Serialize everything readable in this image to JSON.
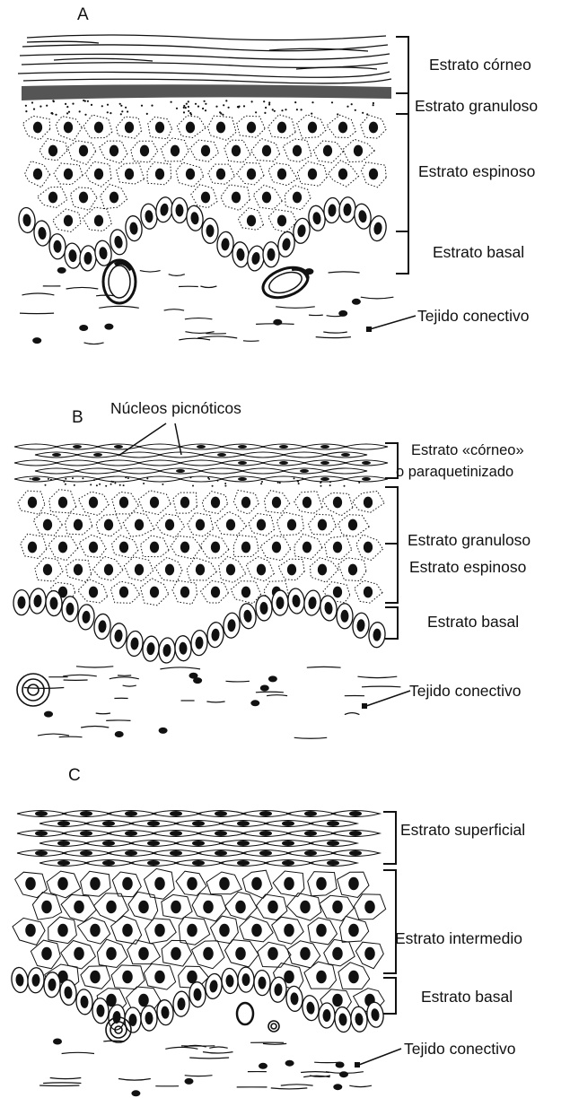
{
  "panels": [
    {
      "letter": "A",
      "layers": [
        "Estrato córneo",
        "Estrato granuloso",
        "Estrato espinoso",
        "Estrato basal"
      ],
      "connective": "Tejido conectivo"
    },
    {
      "letter": "B",
      "annotation": "Núcleos picnóticos",
      "layers": [
        "Estrato «córneo»",
        "o paraquetinizado",
        "Estrato granuloso",
        "Estrato espinoso",
        "Estrato basal"
      ],
      "connective": "Tejido conectivo"
    },
    {
      "letter": "C",
      "layers": [
        "Estrato superficial",
        "Estrato intermedio",
        "Estrato basal"
      ],
      "connective": "Tejido conectivo"
    }
  ]
}
